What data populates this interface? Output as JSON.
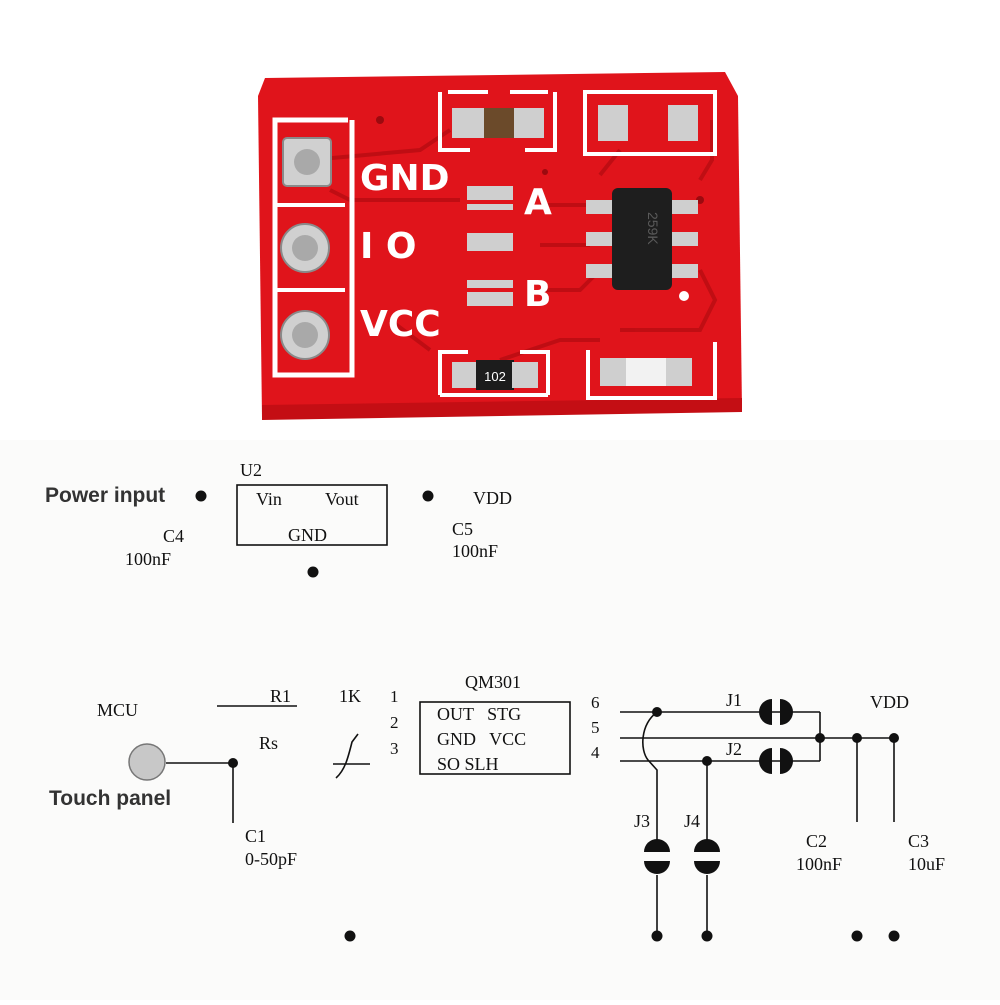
{
  "board": {
    "pin_labels": [
      "GND",
      "I O",
      "VCC"
    ],
    "jumper_labels": [
      "A",
      "B"
    ],
    "resistor_code": "102",
    "chip_marking": "259K"
  },
  "schematic": {
    "u2": {
      "ref": "U2",
      "pin_vin": "Vin",
      "pin_vout": "Vout",
      "pin_gnd": "GND"
    },
    "power_input": "Power input",
    "vdd_top": "VDD",
    "c4": {
      "ref": "C4",
      "value": "100nF"
    },
    "c5": {
      "ref": "C5",
      "value": "100nF"
    },
    "mcu": "MCU",
    "r1": {
      "ref": "R1",
      "value": "1K"
    },
    "rs": "Rs",
    "touch_panel": "Touch panel",
    "c1": {
      "ref": "C1",
      "value": "0-50pF"
    },
    "qm301": {
      "ref": "QM301",
      "row1": "OUT   STG",
      "row2": "GND   VCC",
      "row3": "SO SLH",
      "pins_left": [
        "1",
        "2",
        "3"
      ],
      "pins_right": [
        "6",
        "5",
        "4"
      ]
    },
    "jumpers": [
      "J1",
      "J2",
      "J3",
      "J4"
    ],
    "vdd_right": "VDD",
    "c2": {
      "ref": "C2",
      "value": "100nF"
    },
    "c3": {
      "ref": "C3",
      "value": "10uF"
    }
  },
  "colors": {
    "pcb": "#e0141b",
    "pcb_dark": "#b80c12",
    "silkscreen": "#ffffff",
    "pad": "#c9c9c9",
    "chip": "#1e1e1e",
    "ink": "#111111",
    "touch_pad": "#c8c8c8"
  }
}
